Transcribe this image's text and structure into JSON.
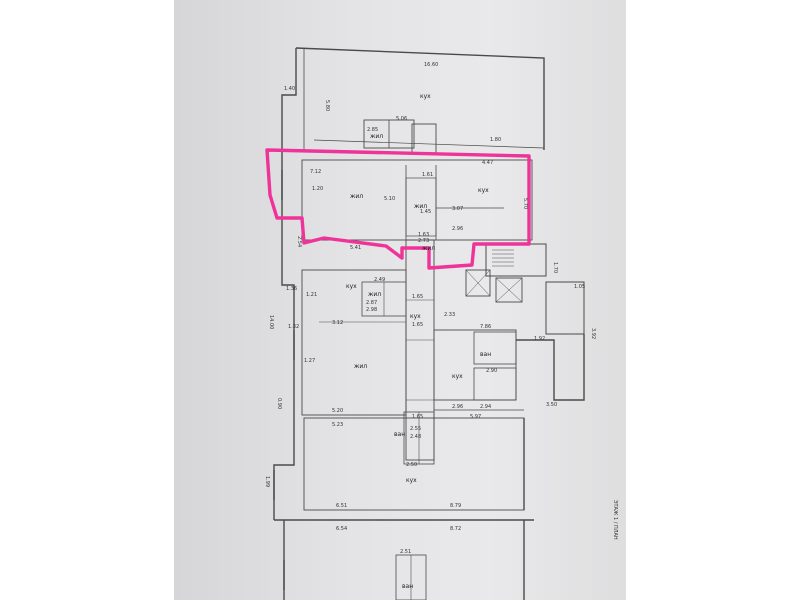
{
  "plan": {
    "dims": {
      "top_width": "16.60",
      "left_outer": "5.80",
      "top_room_h": "7.12",
      "upper_w": "5.06",
      "small_w": "2.85",
      "w_161": "1.61",
      "w_180": "1.80",
      "w_447": "4.47",
      "w_120": "1.20",
      "h_510": "5.10",
      "h_145": "1.45",
      "w_307": "3.07",
      "w_163": "1.63",
      "w_273": "2.73",
      "w_296": "2.96",
      "right_h": "5.70",
      "w_541": "5.41",
      "left_140": "1.40",
      "left_1400": "14.00",
      "w_249": "2.49",
      "w_287": "2.87",
      "w_298": "2.98",
      "w_312": "3.12",
      "w_165a": "1.65",
      "w_165b": "1.65",
      "w_233": "2.33",
      "w_786": "7.86",
      "w_192": "1.92",
      "w_105": "1.05",
      "w_520": "5.20",
      "w_523": "5.23",
      "w_165c": "1.65",
      "w_296b": "2.96",
      "w_597": "5.97",
      "w_294": "2.94",
      "w_350": "3.50",
      "w_290": "2.90",
      "w_255": "2.55",
      "w_248": "2.48",
      "w_250": "2.50",
      "w_651": "6.51",
      "w_879": "8.79",
      "w_654": "6.54",
      "w_872": "8.72",
      "w_251": "2.51",
      "left_136": "1.36",
      "left_132": "1.32",
      "left_121": "1.21",
      "left_127": "1.27",
      "left_090": "0.90",
      "left_199": "1.99",
      "left_392": "3.92",
      "h_170": "1.70",
      "w_254": "2.54"
    },
    "rooms": {
      "room_a": "кух",
      "room_b": "жил",
      "room_c": "жил",
      "room_d": "кух",
      "room_e": "жил",
      "room_f": "жил",
      "room_g": "кух",
      "room_h": "жил",
      "room_i": "жил",
      "room_j": "кух",
      "room_k": "кух",
      "room_l": "ван",
      "room_m": "ван",
      "room_n": "кух",
      "room_o": "ван"
    },
    "side_text": "ЭТАЖ 1 / ПЛАН"
  }
}
